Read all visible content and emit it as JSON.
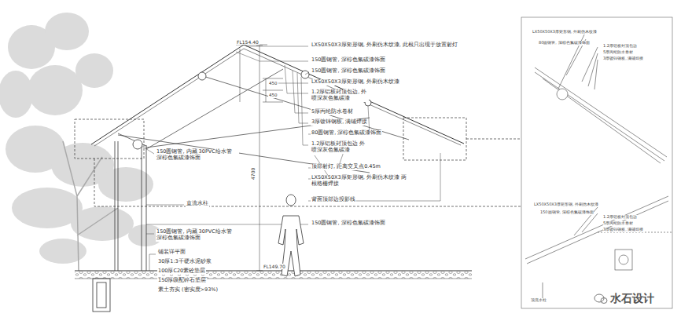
{
  "diagram": {
    "nodes": [
      {
        "text": [
          "LX50X50X3厚矩形钢, 外刷仿木纹漆",
          "80圆钢管, 深棕色氟碳漆饰面",
          "1.2厚铝板封顶包边",
          "5厚丙纶防水卷材",
          "3厚镀锌钢板, 满铺焊接",
          "LX50X50X3厚矩形钢, 外刷仿木纹漆",
          "150圆钢管, 深棕色氟碳漆饰面",
          "1.2厚铝板封顶包边",
          "5厚丙纶防水卷材",
          "3厚镀锌钢板, 满铺焊接",
          "顶流水柱"
        ]
      }
    ],
    "labels": [
      "FL154.40",
      "LX50X50X3厚矩形钢, 外刷仿木纹漆, 此根只出现于放置射灯",
      "150圆钢管, 深棕色氟碳漆饰面",
      "150圆钢管, 深棕色氟碳漆饰面",
      "LX50X50X3厚矩形钢, 外刷仿木纹漆",
      "1.2厚铝板封顶包边, 外喷深灰色氟碳漆",
      "5厚丙纶防水卷材",
      "3厚镀锌钢板, 满铺焊接",
      "80圆钢管, 深棕色氟碳漆饰面",
      "1.2厚铝板封顶包边 外喷深灰色氟碳漆",
      "450",
      "450",
      "顶部射灯, 距离交叉点0.45m",
      "LX50X50X3厚矩形钢, 外刷仿木纹漆 两根格栅焊接",
      "背面顶部边投影线",
      "150圆钢管, 内藏 30PVC给水管 深棕色氟碳漆饰面",
      "4700",
      "直流水柱",
      "150圆钢管, 深棕色氟碳漆饰面",
      "150圆钢管, 内藏 30PVC给水管 深棕色氟碳漆饰面",
      "铺装详平面",
      "30厚1:3干硬水泥砂浆",
      "100厚C20素砼垫层",
      "150厚级配碎石垫层",
      "素土夯实 (密实度>93%)",
      "FL149.70",
      "水石设计"
    ]
  }
}
